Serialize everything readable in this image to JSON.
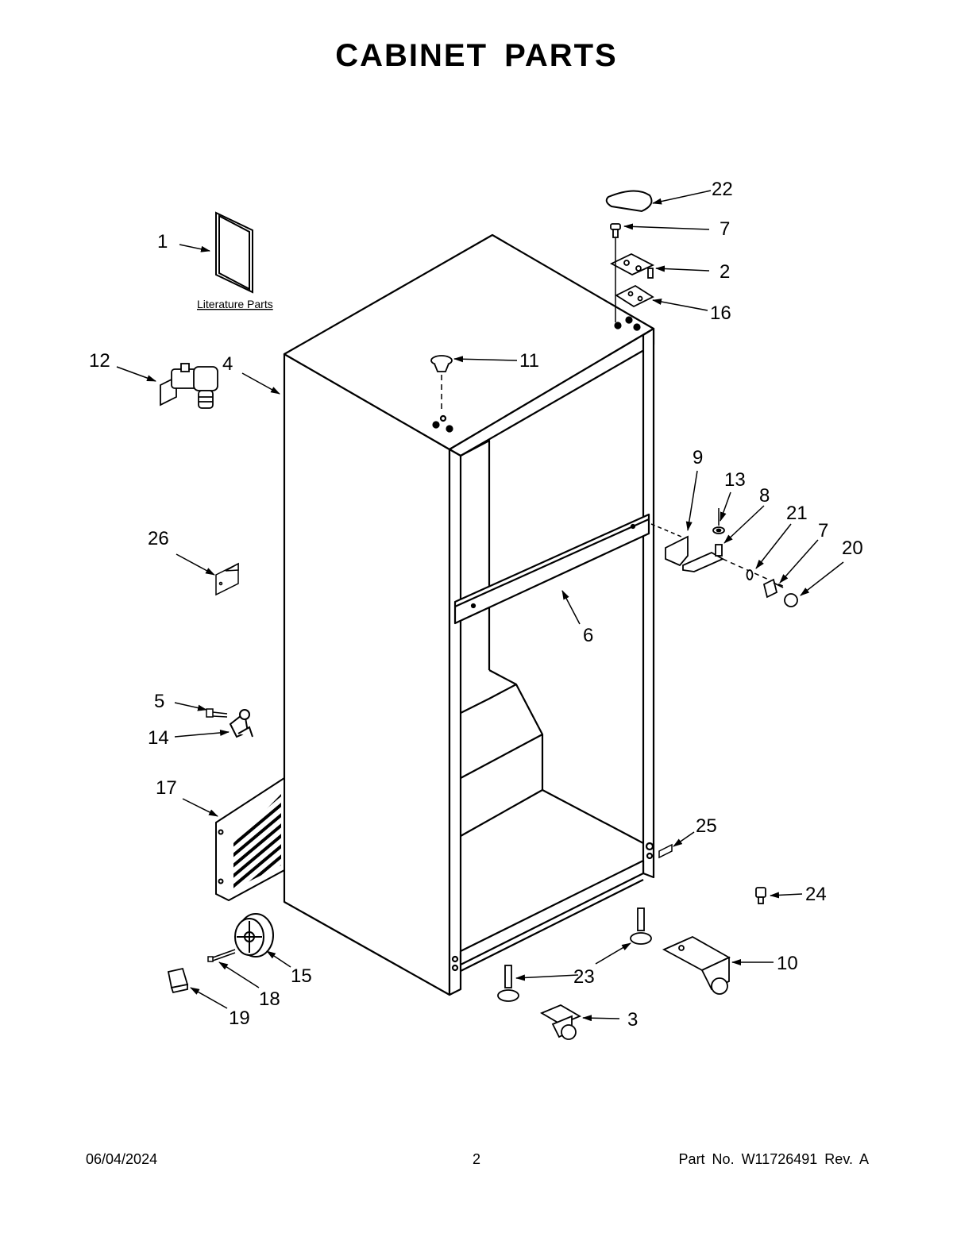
{
  "title": "CABINET PARTS",
  "literature_label": "Literature Parts",
  "callouts": {
    "c1": "1",
    "c2": "2",
    "c3": "3",
    "c4": "4",
    "c5": "5",
    "c6": "6",
    "c7a": "7",
    "c7b": "7",
    "c8": "8",
    "c9": "9",
    "c10": "10",
    "c11": "11",
    "c12": "12",
    "c13": "13",
    "c14": "14",
    "c15": "15",
    "c16": "16",
    "c17": "17",
    "c18": "18",
    "c19": "19",
    "c20": "20",
    "c21": "21",
    "c22": "22",
    "c23": "23",
    "c24": "24",
    "c25": "25",
    "c26": "26"
  },
  "footer": {
    "date": "06/04/2024",
    "page": "2",
    "part_no": "Part No.  W11726491  Rev.  A"
  }
}
